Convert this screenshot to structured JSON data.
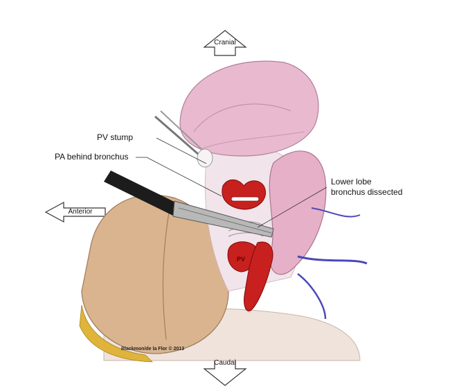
{
  "directions": {
    "top": "Cranial",
    "left": "Anterior",
    "bottom": "Caudal"
  },
  "labels": {
    "pv_stump": "PV stump",
    "pa_behind_bronchus": "PA behind bronchus",
    "lower_lobe_line1": "Lower lobe",
    "lower_lobe_line2": "bronchus dissected",
    "pv_vessel": "PV"
  },
  "credit": "Blackmon/de la Flor © 2013",
  "colors": {
    "lung_pink": "#e9b9cf",
    "lung_shadow": "#c98aac",
    "vessel_red": "#c8201e",
    "artery_blue": "#4a48b8",
    "liver_tan": "#d9b48e",
    "fat_yellow": "#e0b43a",
    "instrument_black": "#1c1c1c",
    "stapler_gray": "#b8b8b8"
  }
}
